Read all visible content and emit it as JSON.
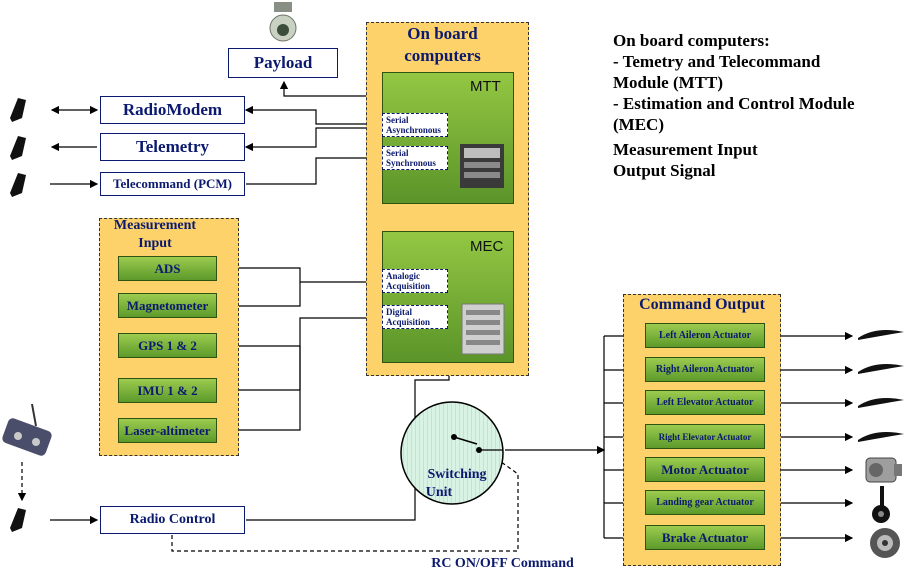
{
  "payload": {
    "label": "Payload"
  },
  "left_boxes": {
    "radiomodem": "RadioModem",
    "telemetry": "Telemetry",
    "telecommand": "Telecommand (PCM)",
    "radio_control": "Radio Control"
  },
  "onboard": {
    "title_line1": "On board",
    "title_line2": "computers",
    "mtt": {
      "label": "MTT",
      "port1_line1": "Serial",
      "port1_line2": "Asynchronous",
      "port2_line1": "Serial",
      "port2_line2": "Synchronous"
    },
    "mec": {
      "label": "MEC",
      "port1_line1": "Analogic",
      "port1_line2": "Acquisition",
      "port2_line1": "Digital",
      "port2_line2": "Acquisition"
    }
  },
  "measurement": {
    "title_line1": "Measurement",
    "title_line2": "Input",
    "items": [
      "ADS",
      "Magnetometer",
      "GPS 1 & 2",
      "IMU 1 & 2",
      "Laser-altimeter"
    ]
  },
  "switching": {
    "line1": "Switching",
    "line2": "Unit"
  },
  "rc_command": "RC ON/OFF Command",
  "command_output": {
    "title": "Command Output",
    "items": [
      "Left Aileron Actuator",
      "Right Aileron Actuator",
      "Left Elevator Actuator",
      "Right Elevator Actuator",
      "Motor Actuator",
      "Landing gear Actuator",
      "Brake Actuator"
    ]
  },
  "notes": {
    "line1": "On board computers:",
    "line2": "- Temetry and Telecommand",
    "line3": "Module (MTT)",
    "line4": "- Estimation and Control Module",
    "line5": "(MEC)",
    "line6": "Measurement Input",
    "line7": "Output Signal"
  },
  "colors": {
    "panel": "#fdd26a",
    "green": "#7cb342",
    "navy": "#0b1a6e"
  }
}
